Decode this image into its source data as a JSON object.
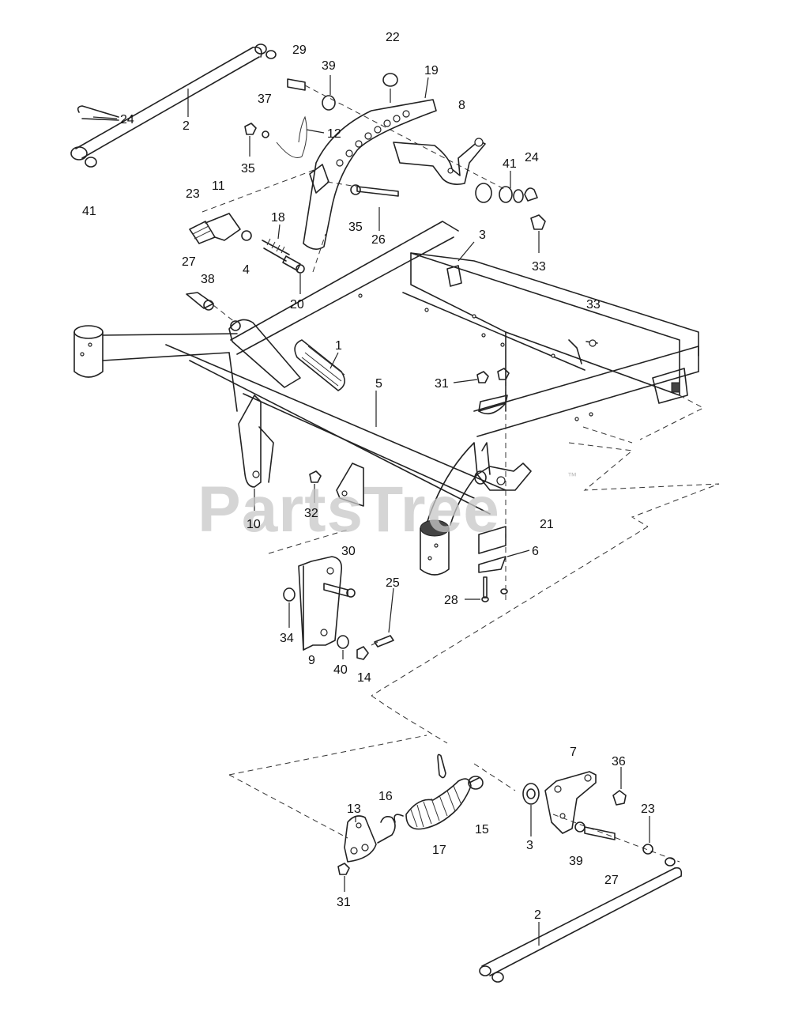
{
  "watermark": {
    "text": "PartsTree",
    "trademark": "™"
  },
  "callouts": [
    {
      "id": "c1",
      "label": "29"
    },
    {
      "id": "c2",
      "label": "22"
    },
    {
      "id": "c3",
      "label": "19"
    },
    {
      "id": "c4",
      "label": "39"
    },
    {
      "id": "c5",
      "label": "37"
    },
    {
      "id": "c6",
      "label": "8"
    },
    {
      "id": "c7",
      "label": "24"
    },
    {
      "id": "c8",
      "label": "2"
    },
    {
      "id": "c9",
      "label": "12"
    },
    {
      "id": "c10",
      "label": "35"
    },
    {
      "id": "c11",
      "label": "41"
    },
    {
      "id": "c12",
      "label": "24"
    },
    {
      "id": "c13",
      "label": "23"
    },
    {
      "id": "c14",
      "label": "11"
    },
    {
      "id": "c15",
      "label": "41"
    },
    {
      "id": "c16",
      "label": "18"
    },
    {
      "id": "c17",
      "label": "35"
    },
    {
      "id": "c18",
      "label": "26"
    },
    {
      "id": "c19",
      "label": "3"
    },
    {
      "id": "c20",
      "label": "27"
    },
    {
      "id": "c21",
      "label": "4"
    },
    {
      "id": "c22",
      "label": "33"
    },
    {
      "id": "c23",
      "label": "38"
    },
    {
      "id": "c24",
      "label": "20"
    },
    {
      "id": "c25",
      "label": "33"
    },
    {
      "id": "c26",
      "label": "1"
    },
    {
      "id": "c27",
      "label": "31"
    },
    {
      "id": "c28",
      "label": "5"
    },
    {
      "id": "c29",
      "label": "32"
    },
    {
      "id": "c30",
      "label": "10"
    },
    {
      "id": "c31",
      "label": "21"
    },
    {
      "id": "c32",
      "label": "30"
    },
    {
      "id": "c33",
      "label": "6"
    },
    {
      "id": "c34",
      "label": "25"
    },
    {
      "id": "c35",
      "label": "28"
    },
    {
      "id": "c36",
      "label": "34"
    },
    {
      "id": "c37",
      "label": "9"
    },
    {
      "id": "c38",
      "label": "40"
    },
    {
      "id": "c39",
      "label": "14"
    },
    {
      "id": "c40",
      "label": "7"
    },
    {
      "id": "c41",
      "label": "36"
    },
    {
      "id": "c42",
      "label": "13"
    },
    {
      "id": "c43",
      "label": "16"
    },
    {
      "id": "c44",
      "label": "23"
    },
    {
      "id": "c45",
      "label": "15"
    },
    {
      "id": "c46",
      "label": "3"
    },
    {
      "id": "c47",
      "label": "17"
    },
    {
      "id": "c48",
      "label": "39"
    },
    {
      "id": "c49",
      "label": "27"
    },
    {
      "id": "c50",
      "label": "31"
    },
    {
      "id": "c51",
      "label": "2"
    }
  ]
}
